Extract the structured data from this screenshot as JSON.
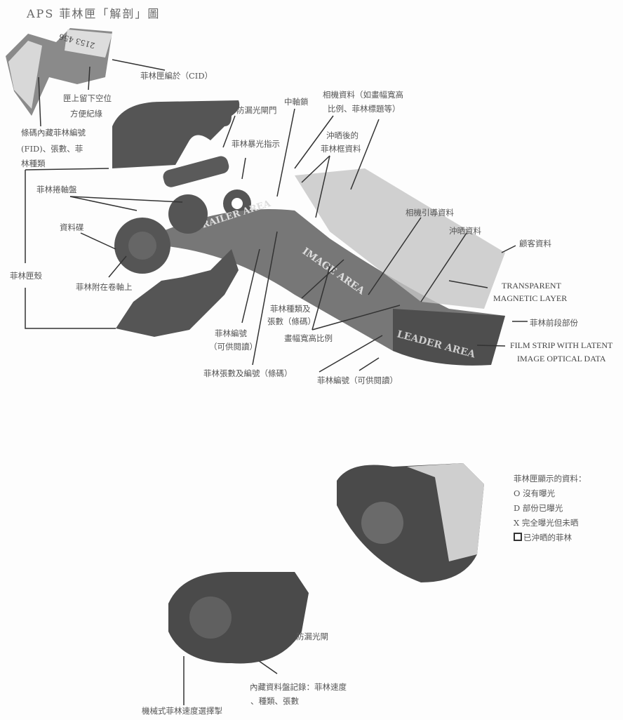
{
  "title": "APS 菲林匣「解剖」圖",
  "labels": {
    "cid": "菲林匣編於（CID）",
    "blank_1": "匣上留下空位",
    "blank_2": "方便紀綠",
    "barcode_1": "條碼內藏菲林編號",
    "barcode_2": "(FID)、張數、菲",
    "barcode_3": "林種類",
    "light_door": "防漏光閘門",
    "spindle_lock": "中軸鎖",
    "camera_data_1": "相機資料（如畫幅寬高",
    "camera_data_2": "比例、菲林標題等）",
    "frame_data_1": "沖晒後的",
    "frame_data_2": "菲林框資料",
    "exposure_indicator": "菲林暴光指示",
    "spool": "菲林捲軸盤",
    "data_disk": "資料碟",
    "shell": "菲林匣殼",
    "attached": "菲林附在卷軸上",
    "film_id_1": "菲林編號",
    "film_id_2": "（可供閱讀）",
    "count_id_barcode": "菲林張數及編號（條碼）",
    "type_count_1": "菲林種類及",
    "type_count_2": "張數（條碼）",
    "aspect": "畫幅寬高比例",
    "camera_guide": "相機引導資料",
    "processing": "沖晒資料",
    "customer": "顧客資料",
    "magnetic_1": "TRANSPARENT",
    "magnetic_2": "MAGNETIC LAYER",
    "leader": "菲林前段部份",
    "strip_1": "FILM STRIP WITH LATENT",
    "strip_2": "IMAGE OPTICAL DATA",
    "film_id_readable": "菲林編號（可供閱讀）",
    "door2": "防漏光閘",
    "disk_record_1": "內藏資料盤記錄：菲林速度",
    "disk_record_2": "、種類、張數",
    "speed_selector": "機械式菲林速度選擇掣"
  },
  "film_text": {
    "trailer": "TRAILER AREA",
    "image": "IMAGE AREA",
    "leader": "LEADER AREA",
    "cid_number": "2153 456"
  },
  "legend": {
    "heading": "菲林匣顯示的資料：",
    "items": [
      {
        "symbol": "O",
        "text": "沒有曝光"
      },
      {
        "symbol": "D",
        "text": "部份已曝光"
      },
      {
        "symbol": "X",
        "text": "完全曝光但未晒"
      },
      {
        "symbol": "box",
        "text": "已沖晒的菲林"
      }
    ]
  }
}
